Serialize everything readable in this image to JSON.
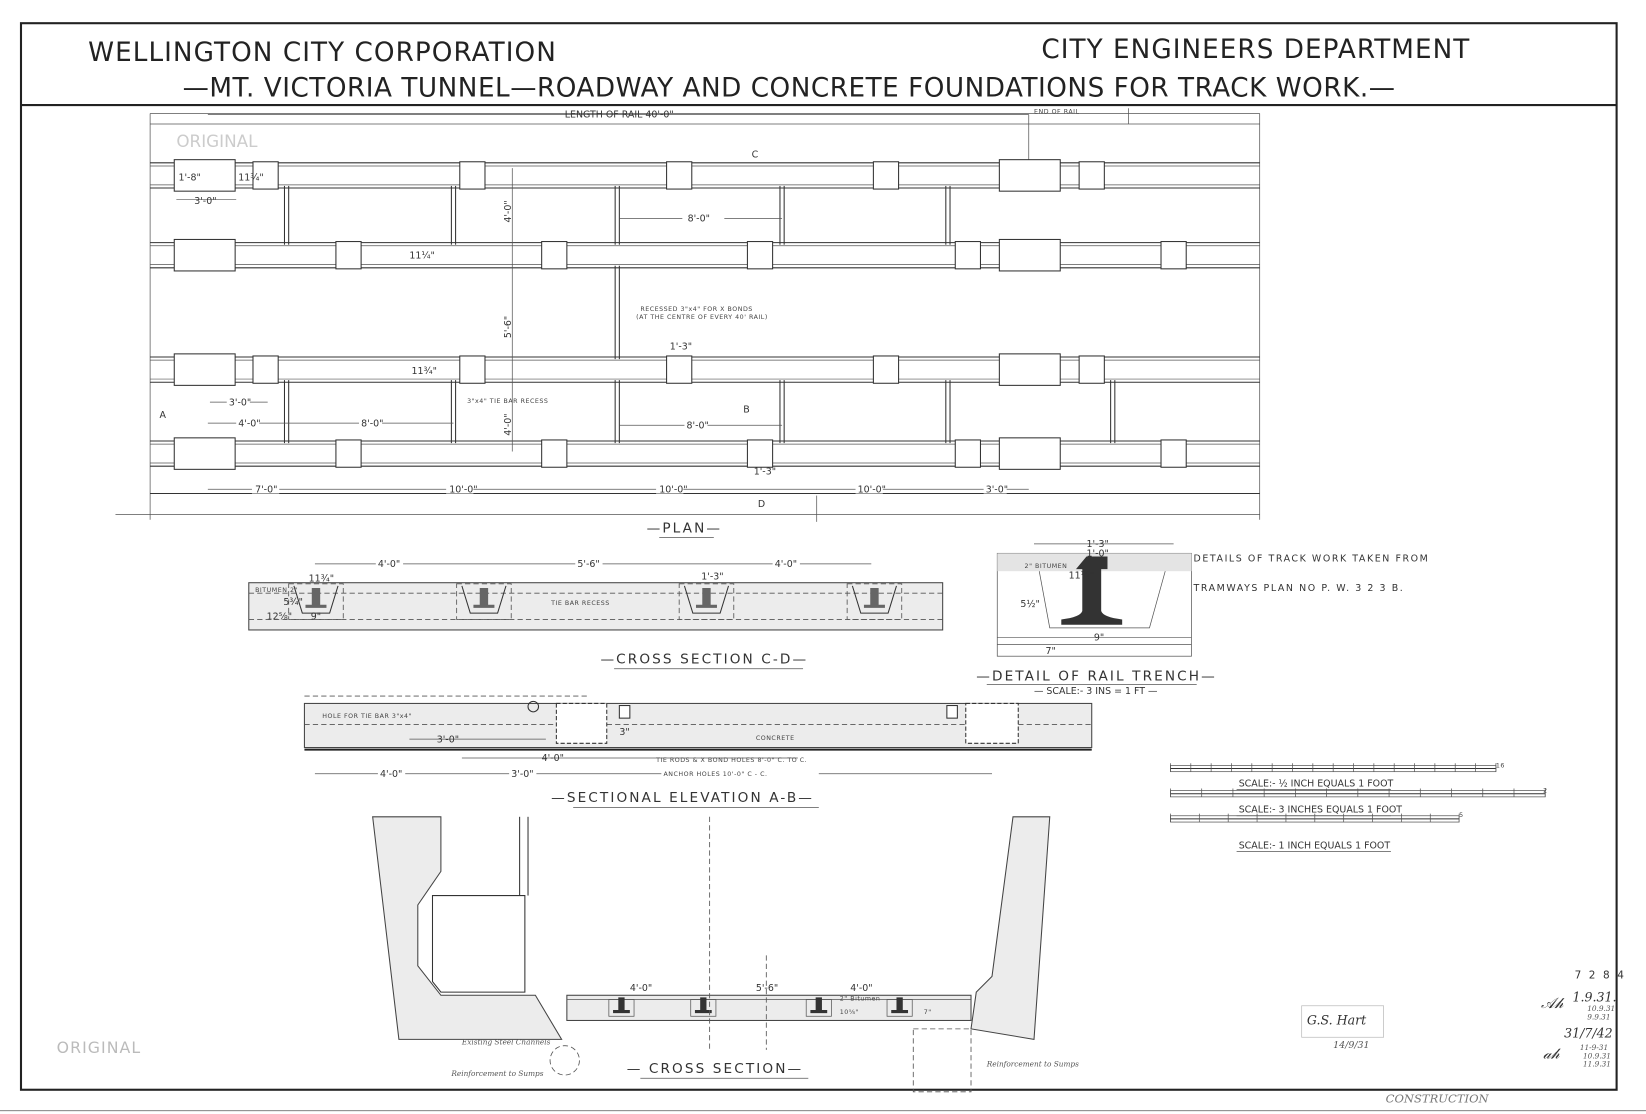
{
  "header": {
    "left_title": "WELLINGTON  CITY  CORPORATION",
    "right_title": "CITY  ENGINEERS  DEPARTMENT",
    "subtitle": "—MT. VICTORIA  TUNNEL—ROADWAY AND CONCRETE  FOUNDATIONS  FOR  TRACK  WORK.—"
  },
  "plan": {
    "label": "—PLAN—",
    "faint_stamp": "ORIGINAL",
    "length_of_rail": "LENGTH OF RAIL 40'-0\"",
    "end_of_rail": "END OF RAIL",
    "recess_note_1": "RECESSED 3\"x4\" FOR X BONDS",
    "recess_note_2": "(AT THE CENTRE OF EVERY 40' RAIL)",
    "tie_bar_note": "3\"x4\" TIE BAR RECESS",
    "markers": {
      "c": "C",
      "d": "D",
      "a": "A",
      "b": "B"
    },
    "dims": {
      "pad_width": "1'-8\"",
      "gap_top": "11¾\"",
      "pad_len": "3'-0\"",
      "top_span": "4'-0\"",
      "tie_spacing_top": "8'-0\"",
      "track_gap": "5'-6\"",
      "gap_mid": "11¼\"",
      "gap_row3": "11¾\"",
      "block_len": "1'-3\"",
      "row3_span": "3'-0\"",
      "row4_a": "4'-0\"",
      "row4_b": "8'-0\"",
      "row4_c": "8'-0\"",
      "row4_vert": "4'-0\"",
      "block_len_2": "1'-3\"",
      "bottom": [
        "7'-0\"",
        "10'-0\"",
        "10'-0\"",
        "10'-0\"",
        "3'-0\""
      ]
    }
  },
  "cross_section_cd": {
    "label": "—CROSS  SECTION  C-D—",
    "dims": [
      "4'-0\"",
      "5'-6\"",
      "4'-0\"",
      "11¾\"",
      "1'-3\"",
      "9\"",
      "12⅝\"",
      "5¾\""
    ],
    "bitumen": "BITUMEN 2\"",
    "tie_bar": "TIE BAR RECESS"
  },
  "rail_trench": {
    "label": "—DETAIL OF RAIL TRENCH—",
    "scale": "— SCALE:- 3 INS = 1 FT —",
    "dims": [
      "1'-3\"",
      "1'-0\"",
      "11¼\"",
      "5½\"",
      "9\"",
      "7\""
    ],
    "bitumen": "2\" BITUMEN",
    "note_1": "DETAILS  OF TRACK WORK  TAKEN  FROM",
    "note_2": "TRAMWAYS  PLAN NO   P. W. 3 2 3 B."
  },
  "sectional_elevation": {
    "label": "—SECTIONAL  ELEVATION  A-B—",
    "hole_note": "HOLE FOR TIE BAR 3\"x4\"",
    "concrete": "CONCRETE",
    "tie_rods_note": "TIE RODS & X BOND HOLES 8'-0\" C. TO C.",
    "anchor_note": "ANCHOR HOLES 10'-0\" C - C.",
    "dims": [
      "3'-0\"",
      "4'-0\"",
      "4'-0\"",
      "3'-0\"",
      "3\""
    ]
  },
  "scales": [
    {
      "label": "SCALE:- ½ INCH  EQUALS  1 FOOT",
      "end": "16"
    },
    {
      "label": "SCALE:- 3 INCHES EQUALS  1 FOOT",
      "end": "2"
    },
    {
      "label": "SCALE:- 1 INCH  EQUALS   1 FOOT",
      "end": "5"
    }
  ],
  "cross_section": {
    "label": "— CROSS   SECTION—",
    "dims": [
      "4'-0\"",
      "5'-6\"",
      "4'-0\"",
      "10⅝\"",
      "7\""
    ],
    "notes": {
      "existing_channels": "Existing Steel Channels",
      "reinforcement_left": "Reinforcement to Sumps",
      "reinforcement_right": "Reinforcement to Sumps",
      "bitumen": "2\" Bitumen"
    }
  },
  "title_block": {
    "drawing_number": "7 2 8 4",
    "dates": [
      "1.9.31.",
      "10.9.31",
      "9.9.31",
      "31/7/42",
      "11-9-31",
      "10.9.31",
      "11.9.31"
    ],
    "signature": "G.S. Hart",
    "signature_date": "14/9/31",
    "stamp": "ORIGINAL",
    "bottom_note": "CONSTRUCTION"
  }
}
